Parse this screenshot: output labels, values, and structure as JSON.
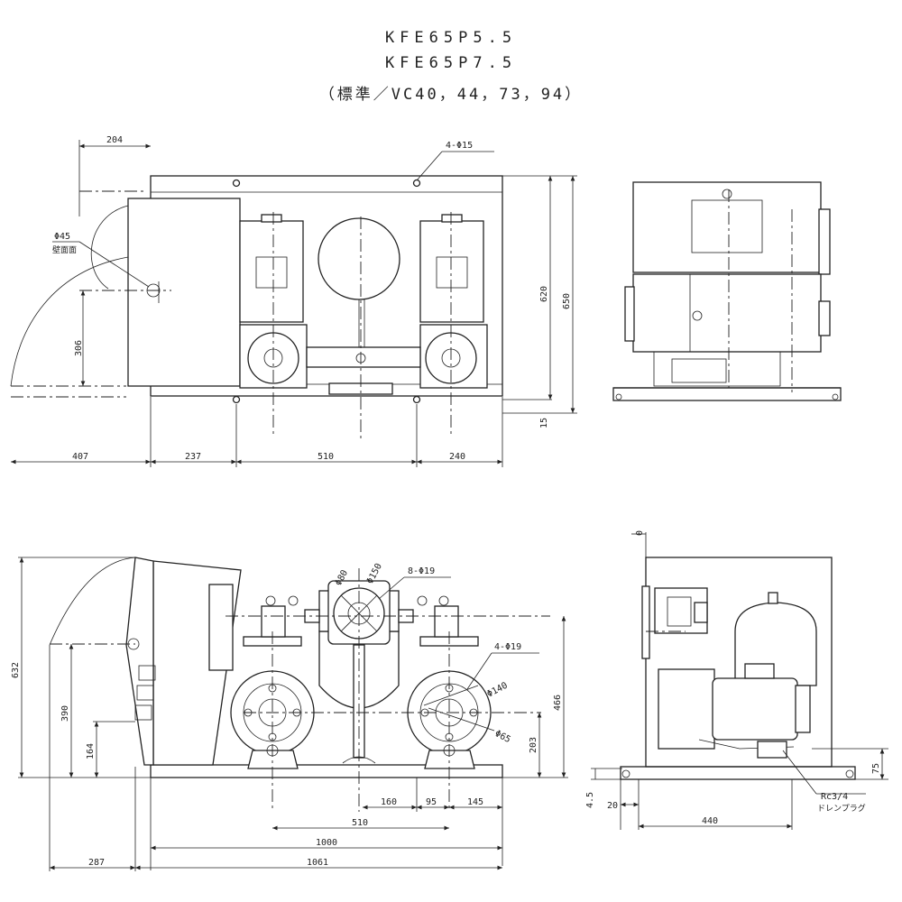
{
  "title": {
    "line1": "KFE65P5.5",
    "line2": "KFE65P7.5",
    "line3": "（標準／VC40，44，73，94）"
  },
  "top_view": {
    "dim_204": "204",
    "holes_4_15": "4-Φ15",
    "phi45": "Φ45",
    "phi45_note": "壁面面",
    "dim_306": "306",
    "dim_620": "620",
    "dim_650": "650",
    "dim_15": "15",
    "dim_407": "407",
    "dim_237": "237",
    "dim_510": "510",
    "dim_240": "240"
  },
  "front_view": {
    "holes_8_19": "8-Φ19",
    "phi150": "Φ150",
    "phi80": "Φ80",
    "holes_4_19": "4-Φ19",
    "phi140": "Φ140",
    "phi65": "Φ65",
    "dim_632": "632",
    "dim_390": "390",
    "dim_164": "164",
    "dim_466": "466",
    "dim_203": "203",
    "dim_160": "160",
    "dim_95": "95",
    "dim_145": "145",
    "dim_510": "510",
    "dim_1000": "1000",
    "dim_287": "287",
    "dim_1061": "1061"
  },
  "side_view": {
    "dim_0": "0",
    "dim_75": "75",
    "dim_45": "4.5",
    "dim_20": "20",
    "dim_440": "440",
    "rc": "Rc3/4",
    "drain": "ドレンプラグ"
  }
}
